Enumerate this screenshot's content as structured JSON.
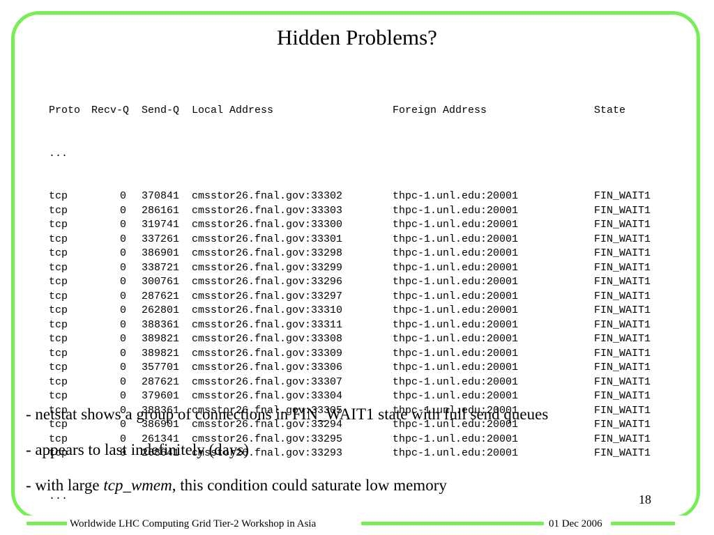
{
  "slide": {
    "title": "Hidden Problems?",
    "page_number": "18",
    "footer_left": "Worldwide LHC Computing Grid Tier-2 Workshop in Asia",
    "footer_right": "01 Dec 2006",
    "frame_color": "#77ee55"
  },
  "netstat": {
    "headers": {
      "proto": "Proto",
      "recvq": "Recv-Q",
      "sendq": "Send-Q",
      "local": "Local Address",
      "foreign": "Foreign Address",
      "state": "State"
    },
    "ellipsis_top": "...",
    "ellipsis_bottom": "...",
    "rows": [
      {
        "proto": "tcp",
        "recvq": "0",
        "sendq": "370841",
        "local": "cmsstor26.fnal.gov:33302",
        "foreign": "thpc-1.unl.edu:20001",
        "state": "FIN_WAIT1"
      },
      {
        "proto": "tcp",
        "recvq": "0",
        "sendq": "286161",
        "local": "cmsstor26.fnal.gov:33303",
        "foreign": "thpc-1.unl.edu:20001",
        "state": "FIN_WAIT1"
      },
      {
        "proto": "tcp",
        "recvq": "0",
        "sendq": "319741",
        "local": "cmsstor26.fnal.gov:33300",
        "foreign": "thpc-1.unl.edu:20001",
        "state": "FIN_WAIT1"
      },
      {
        "proto": "tcp",
        "recvq": "0",
        "sendq": "337261",
        "local": "cmsstor26.fnal.gov:33301",
        "foreign": "thpc-1.unl.edu:20001",
        "state": "FIN_WAIT1"
      },
      {
        "proto": "tcp",
        "recvq": "0",
        "sendq": "386901",
        "local": "cmsstor26.fnal.gov:33298",
        "foreign": "thpc-1.unl.edu:20001",
        "state": "FIN_WAIT1"
      },
      {
        "proto": "tcp",
        "recvq": "0",
        "sendq": "338721",
        "local": "cmsstor26.fnal.gov:33299",
        "foreign": "thpc-1.unl.edu:20001",
        "state": "FIN_WAIT1"
      },
      {
        "proto": "tcp",
        "recvq": "0",
        "sendq": "300761",
        "local": "cmsstor26.fnal.gov:33296",
        "foreign": "thpc-1.unl.edu:20001",
        "state": "FIN_WAIT1"
      },
      {
        "proto": "tcp",
        "recvq": "0",
        "sendq": "287621",
        "local": "cmsstor26.fnal.gov:33297",
        "foreign": "thpc-1.unl.edu:20001",
        "state": "FIN_WAIT1"
      },
      {
        "proto": "tcp",
        "recvq": "0",
        "sendq": "262801",
        "local": "cmsstor26.fnal.gov:33310",
        "foreign": "thpc-1.unl.edu:20001",
        "state": "FIN_WAIT1"
      },
      {
        "proto": "tcp",
        "recvq": "0",
        "sendq": "388361",
        "local": "cmsstor26.fnal.gov:33311",
        "foreign": "thpc-1.unl.edu:20001",
        "state": "FIN_WAIT1"
      },
      {
        "proto": "tcp",
        "recvq": "0",
        "sendq": "389821",
        "local": "cmsstor26.fnal.gov:33308",
        "foreign": "thpc-1.unl.edu:20001",
        "state": "FIN_WAIT1"
      },
      {
        "proto": "tcp",
        "recvq": "0",
        "sendq": "389821",
        "local": "cmsstor26.fnal.gov:33309",
        "foreign": "thpc-1.unl.edu:20001",
        "state": "FIN_WAIT1"
      },
      {
        "proto": "tcp",
        "recvq": "0",
        "sendq": "357701",
        "local": "cmsstor26.fnal.gov:33306",
        "foreign": "thpc-1.unl.edu:20001",
        "state": "FIN_WAIT1"
      },
      {
        "proto": "tcp",
        "recvq": "0",
        "sendq": "287621",
        "local": "cmsstor26.fnal.gov:33307",
        "foreign": "thpc-1.unl.edu:20001",
        "state": "FIN_WAIT1"
      },
      {
        "proto": "tcp",
        "recvq": "0",
        "sendq": "379601",
        "local": "cmsstor26.fnal.gov:33304",
        "foreign": "thpc-1.unl.edu:20001",
        "state": "FIN_WAIT1"
      },
      {
        "proto": "tcp",
        "recvq": "0",
        "sendq": "388361",
        "local": "cmsstor26.fnal.gov:33305",
        "foreign": "thpc-1.unl.edu:20001",
        "state": "FIN_WAIT1"
      },
      {
        "proto": "tcp",
        "recvq": "0",
        "sendq": "386901",
        "local": "cmsstor26.fnal.gov:33294",
        "foreign": "thpc-1.unl.edu:20001",
        "state": "FIN_WAIT1"
      },
      {
        "proto": "tcp",
        "recvq": "0",
        "sendq": "261341",
        "local": "cmsstor26.fnal.gov:33295",
        "foreign": "thpc-1.unl.edu:20001",
        "state": "FIN_WAIT1"
      },
      {
        "proto": "tcp",
        "recvq": "0",
        "sendq": "268641",
        "local": "cmsstor26.fnal.gov:33293",
        "foreign": "thpc-1.unl.edu:20001",
        "state": "FIN_WAIT1"
      }
    ]
  },
  "bullets": [
    {
      "prefix": "- netstat shows a group of connections in FIN_WAIT1 state with full send queues",
      "italic": "",
      "suffix": ""
    },
    {
      "prefix": "- appears to last indefinitely (days)",
      "italic": "",
      "suffix": ""
    },
    {
      "prefix": "- with large ",
      "italic": "tcp_wmem",
      "suffix": ", this condition could saturate low memory"
    }
  ]
}
